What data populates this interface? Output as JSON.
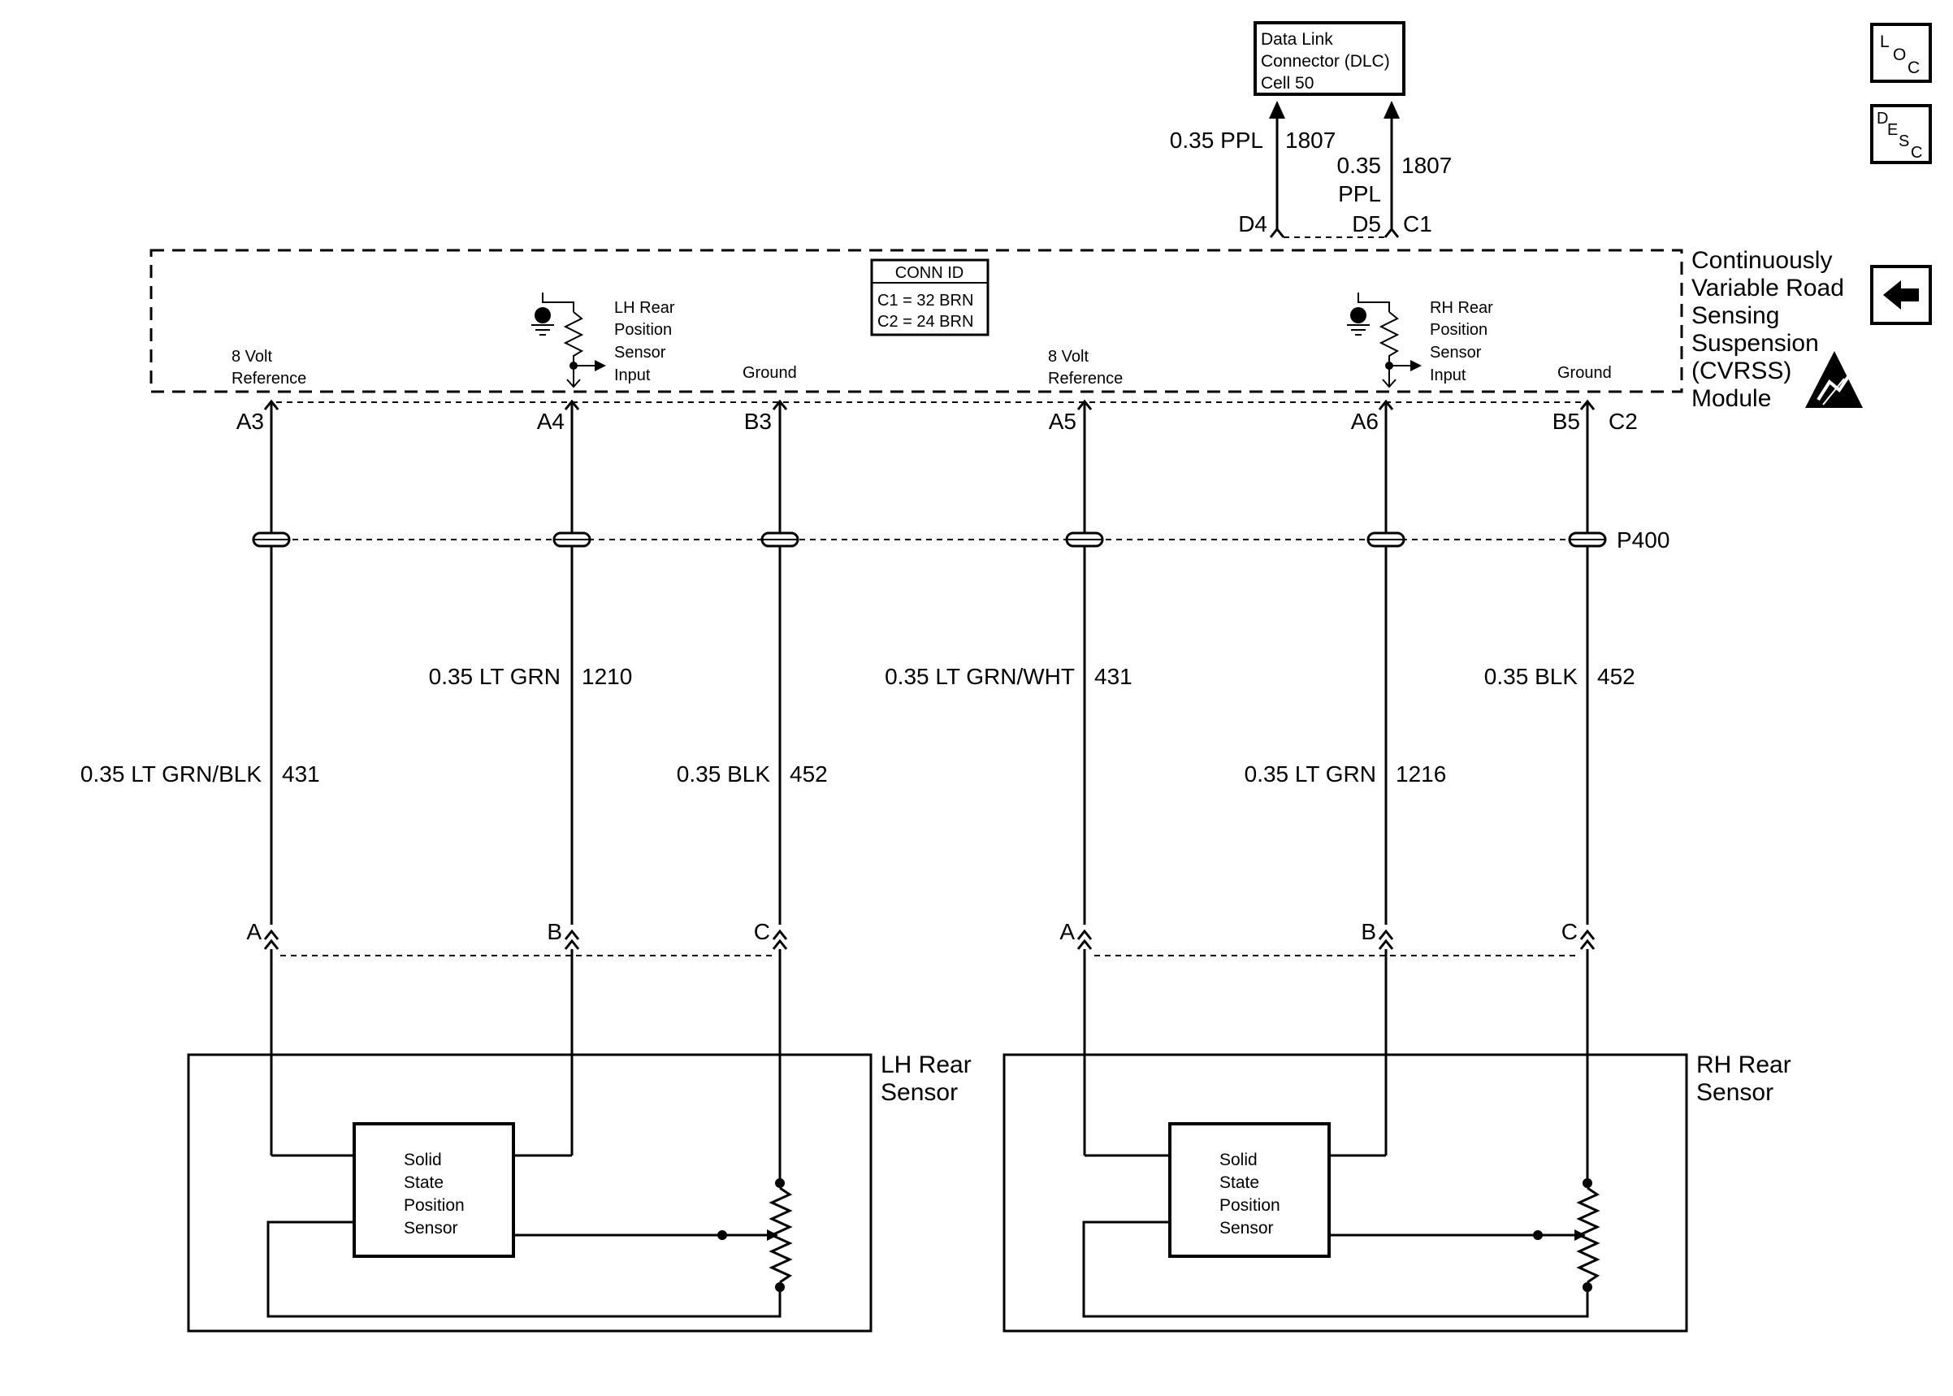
{
  "dlc": {
    "line1": "Data Link",
    "line2": "Connector (DLC)",
    "line3": "Cell 50"
  },
  "dlc_wires": {
    "left": {
      "size": "0.35 PPL",
      "circuit": "1807",
      "pin": "D4"
    },
    "right": {
      "size1": "0.35",
      "size2": "PPL",
      "circuit": "1807",
      "pin_a": "D5",
      "pin_b": "C1"
    }
  },
  "module": {
    "line1": "Continuously",
    "line2": "Variable Road",
    "line3": "Sensing",
    "line4": "Suspension",
    "line5": "(CVRSS)",
    "line6": "Module"
  },
  "conn_id": {
    "title": "CONN ID",
    "c1": "C1 = 32 BRN",
    "c2": "C2 = 24 BRN"
  },
  "module_labels": {
    "lh_ref": [
      "8 Volt",
      "Reference"
    ],
    "lh_input": [
      "LH Rear",
      "Position",
      "Sensor",
      "Input"
    ],
    "lh_ground": "Ground",
    "rh_ref": [
      "8 Volt",
      "Reference"
    ],
    "rh_input": [
      "RH Rear",
      "Position",
      "Sensor",
      "Input"
    ],
    "rh_ground": "Ground"
  },
  "pins": {
    "a3": "A3",
    "a4": "A4",
    "b3": "B3",
    "a5": "A5",
    "a6": "A6",
    "b5": "B5",
    "c2": "C2"
  },
  "inline_connector": "P400",
  "wires": {
    "w1": {
      "size": "0.35 LT GRN/BLK",
      "circuit": "431"
    },
    "w2": {
      "size": "0.35 LT GRN",
      "circuit": "1210"
    },
    "w3": {
      "size": "0.35 BLK",
      "circuit": "452"
    },
    "w4": {
      "size": "0.35 LT GRN/WHT",
      "circuit": "431"
    },
    "w5": {
      "size": "0.35 LT GRN",
      "circuit": "1216"
    },
    "w6": {
      "size": "0.35 BLK",
      "circuit": "452"
    }
  },
  "sensor_pins": {
    "lh": [
      "A",
      "B",
      "C"
    ],
    "rh": [
      "A",
      "B",
      "C"
    ]
  },
  "lh_sensor": {
    "line1": "LH Rear",
    "line2": "Sensor"
  },
  "rh_sensor": {
    "line1": "RH Rear",
    "line2": "Sensor"
  },
  "solid_state": [
    "Solid",
    "State",
    "Position",
    "Sensor"
  ],
  "side_buttons": {
    "loc": [
      "L",
      "O",
      "C"
    ],
    "desc": [
      "D",
      "E",
      "S",
      "C"
    ]
  },
  "icons": {
    "back": "left-arrow-icon",
    "esd": "esd-warning-icon"
  }
}
